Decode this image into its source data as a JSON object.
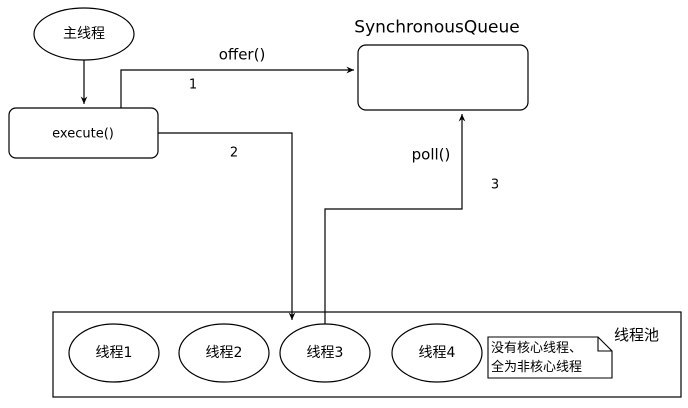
{
  "nodes": {
    "main_thread": "主线程",
    "execute": "execute()",
    "queue": "SynchronousQueue",
    "pool": "线程池",
    "threads": [
      "线程1",
      "线程2",
      "线程3",
      "线程4"
    ],
    "note_lines": [
      "没有核心线程、",
      "全为非核心线程"
    ]
  },
  "edges": {
    "offer": "offer()",
    "poll": "poll()",
    "step1": "1",
    "step2": "2",
    "step3": "3"
  },
  "colors": {
    "stroke": "#000000",
    "fill": "#ffffff",
    "text": "#000000"
  }
}
